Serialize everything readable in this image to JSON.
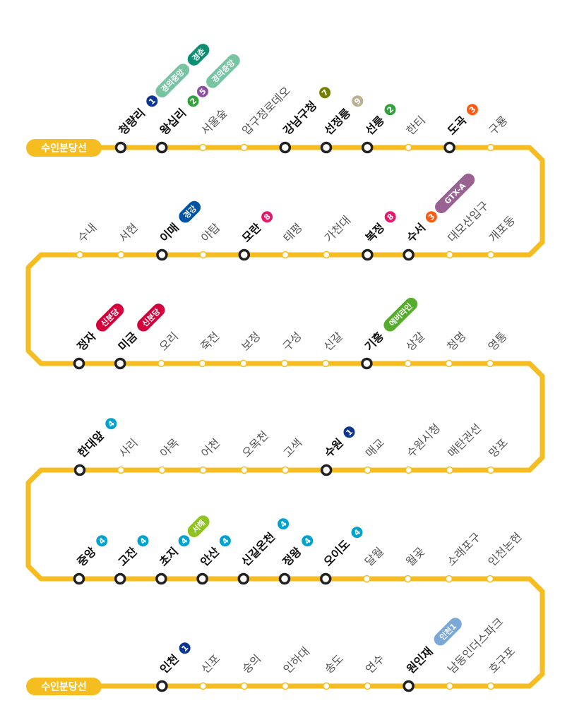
{
  "line": {
    "name": "수인분당선",
    "color": "#F5BD1F",
    "start_label": "수인분당선",
    "end_label": "수인분당선"
  },
  "line_colors": {
    "1": "#0D3692",
    "2": "#33A23D",
    "3": "#FE5B10",
    "4": "#00A2D1",
    "5": "#8B50A4",
    "7": "#747F00",
    "8": "#E6186C",
    "9": "#BDB092",
    "경의중앙": "#77C4A3",
    "경춘": "#0C8E72",
    "경강": "#0054A6",
    "GTX-A": "#9A6292",
    "신분당": "#D4003B",
    "에버라인": "#56AD2D",
    "서해": "#8FC31F",
    "인천1": "#7CA8D5"
  },
  "rows": [
    {
      "stations": [
        {
          "name": "청량리",
          "major": true,
          "transfers": [
            "1",
            "경의중앙",
            "경춘"
          ]
        },
        {
          "name": "왕십리",
          "major": true,
          "transfers": [
            "2",
            "5",
            "경의중앙"
          ]
        },
        {
          "name": "서울숲",
          "major": false,
          "transfers": []
        },
        {
          "name": "압구정로데오",
          "major": false,
          "transfers": []
        },
        {
          "name": "강남구청",
          "major": true,
          "transfers": [
            "7"
          ]
        },
        {
          "name": "선정릉",
          "major": true,
          "transfers": [
            "9"
          ]
        },
        {
          "name": "선릉",
          "major": true,
          "transfers": [
            "2"
          ]
        },
        {
          "name": "한티",
          "major": false,
          "transfers": []
        },
        {
          "name": "도곡",
          "major": true,
          "transfers": [
            "3"
          ]
        },
        {
          "name": "구룡",
          "major": false,
          "transfers": []
        }
      ]
    },
    {
      "stations": [
        {
          "name": "개포동",
          "major": false,
          "transfers": []
        },
        {
          "name": "대모산입구",
          "major": false,
          "transfers": []
        },
        {
          "name": "수서",
          "major": true,
          "transfers": [
            "3",
            "GTX-A"
          ]
        },
        {
          "name": "복정",
          "major": true,
          "transfers": [
            "8"
          ]
        },
        {
          "name": "가천대",
          "major": false,
          "transfers": []
        },
        {
          "name": "태평",
          "major": false,
          "transfers": []
        },
        {
          "name": "모란",
          "major": true,
          "transfers": [
            "8"
          ]
        },
        {
          "name": "야탑",
          "major": false,
          "transfers": []
        },
        {
          "name": "이매",
          "major": true,
          "transfers": [
            "경강"
          ]
        },
        {
          "name": "서현",
          "major": false,
          "transfers": []
        },
        {
          "name": "수내",
          "major": false,
          "transfers": []
        }
      ]
    },
    {
      "stations": [
        {
          "name": "정자",
          "major": true,
          "transfers": [
            "신분당"
          ]
        },
        {
          "name": "미금",
          "major": true,
          "transfers": [
            "신분당"
          ]
        },
        {
          "name": "오리",
          "major": false,
          "transfers": []
        },
        {
          "name": "죽전",
          "major": false,
          "transfers": []
        },
        {
          "name": "보정",
          "major": false,
          "transfers": []
        },
        {
          "name": "구성",
          "major": false,
          "transfers": []
        },
        {
          "name": "신갈",
          "major": false,
          "transfers": []
        },
        {
          "name": "기흥",
          "major": true,
          "transfers": [
            "에버라인"
          ]
        },
        {
          "name": "상갈",
          "major": false,
          "transfers": []
        },
        {
          "name": "청명",
          "major": false,
          "transfers": []
        },
        {
          "name": "영통",
          "major": false,
          "transfers": []
        }
      ]
    },
    {
      "stations": [
        {
          "name": "망포",
          "major": false,
          "transfers": []
        },
        {
          "name": "매탄권선",
          "major": false,
          "transfers": []
        },
        {
          "name": "수원시청",
          "major": false,
          "transfers": []
        },
        {
          "name": "매교",
          "major": false,
          "transfers": []
        },
        {
          "name": "수원",
          "major": true,
          "transfers": [
            "1"
          ]
        },
        {
          "name": "고색",
          "major": false,
          "transfers": []
        },
        {
          "name": "오목천",
          "major": false,
          "transfers": []
        },
        {
          "name": "어천",
          "major": false,
          "transfers": []
        },
        {
          "name": "야목",
          "major": false,
          "transfers": []
        },
        {
          "name": "사리",
          "major": false,
          "transfers": []
        },
        {
          "name": "한대앞",
          "major": true,
          "transfers": [
            "4"
          ]
        }
      ]
    },
    {
      "stations": [
        {
          "name": "중앙",
          "major": true,
          "transfers": [
            "4"
          ]
        },
        {
          "name": "고잔",
          "major": true,
          "transfers": [
            "4"
          ]
        },
        {
          "name": "초지",
          "major": true,
          "transfers": [
            "4",
            "서해"
          ]
        },
        {
          "name": "안산",
          "major": true,
          "transfers": [
            "4"
          ]
        },
        {
          "name": "신길온천",
          "major": true,
          "transfers": [
            "4"
          ]
        },
        {
          "name": "정왕",
          "major": true,
          "transfers": [
            "4"
          ]
        },
        {
          "name": "오이도",
          "major": true,
          "transfers": [
            "4"
          ]
        },
        {
          "name": "달월",
          "major": false,
          "transfers": []
        },
        {
          "name": "월곶",
          "major": false,
          "transfers": []
        },
        {
          "name": "소래포구",
          "major": false,
          "transfers": []
        },
        {
          "name": "인천논현",
          "major": false,
          "transfers": []
        }
      ]
    },
    {
      "stations": [
        {
          "name": "호구포",
          "major": false,
          "transfers": []
        },
        {
          "name": "남동인더스파크",
          "major": false,
          "transfers": []
        },
        {
          "name": "원인재",
          "major": true,
          "transfers": [
            "인천1"
          ]
        },
        {
          "name": "연수",
          "major": false,
          "transfers": []
        },
        {
          "name": "송도",
          "major": false,
          "transfers": []
        },
        {
          "name": "인하대",
          "major": false,
          "transfers": []
        },
        {
          "name": "숭의",
          "major": false,
          "transfers": []
        },
        {
          "name": "신포",
          "major": false,
          "transfers": []
        },
        {
          "name": "인천",
          "major": true,
          "transfers": [
            "1"
          ]
        }
      ]
    }
  ]
}
